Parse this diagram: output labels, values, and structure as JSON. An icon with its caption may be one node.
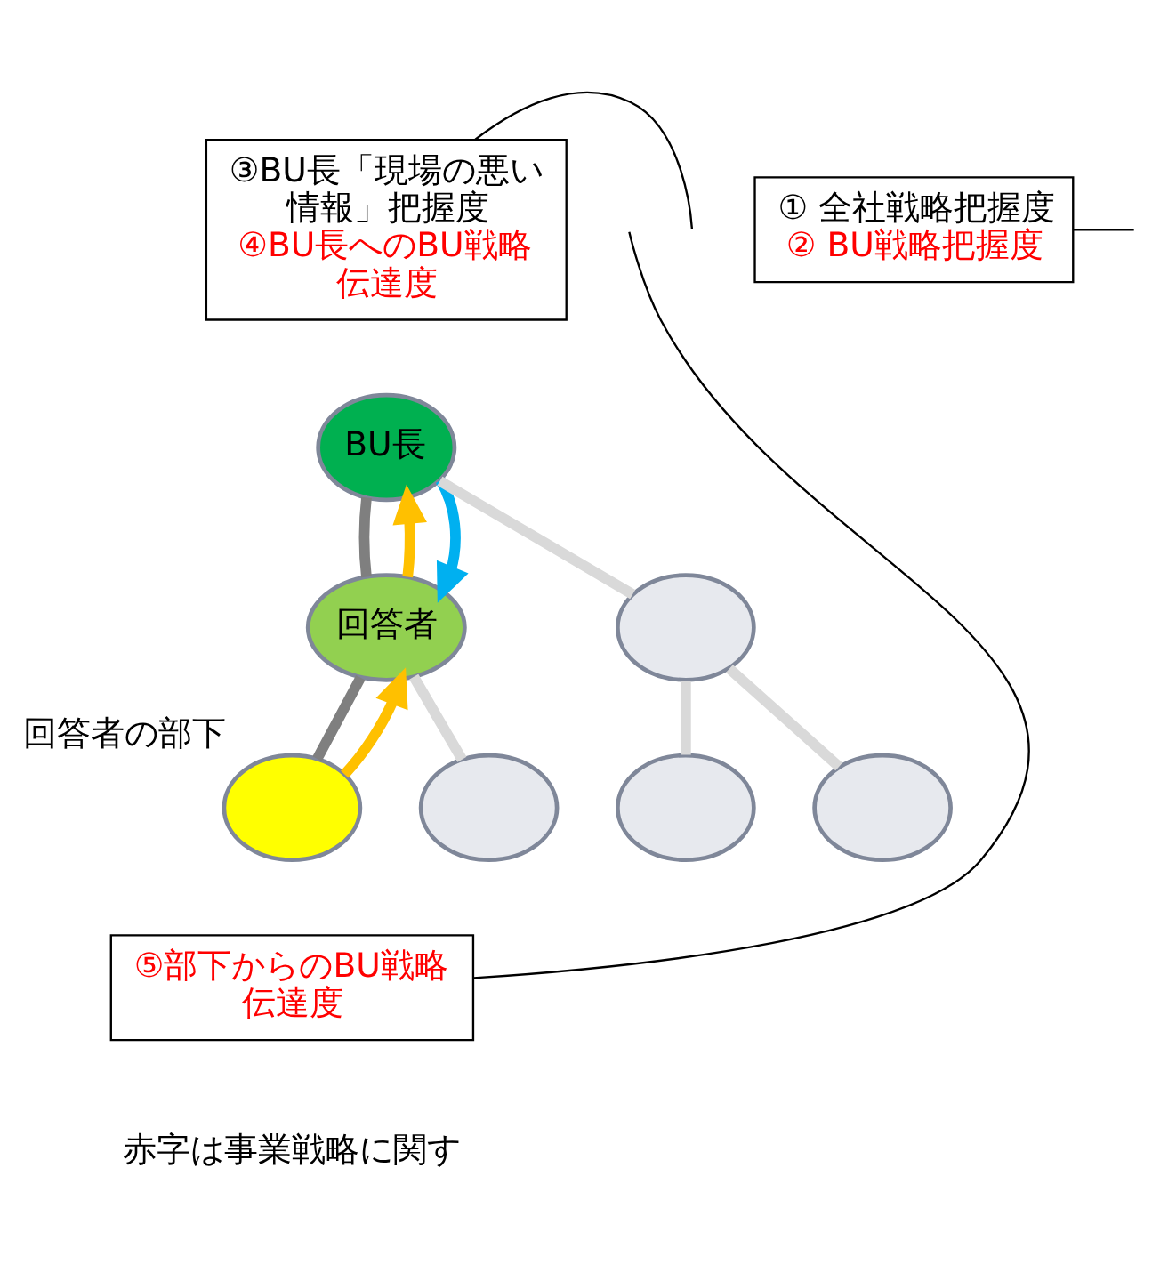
{
  "diagram": {
    "nodes": [
      {
        "text": [
          "③BU長「現場の悪い情報」把握度",
          "④BU長へのBU戦略伝達度"
        ]
      },
      {
        "text": [
          "① 全社戦略把握度",
          "② BU戦略把握度"
        ]
      },
      {
        "text": [
          "BU長"
        ]
      },
      {
        "text": [
          "回答者"
        ]
      },
      {
        "text": [],
        "shape": "circle"
      },
      {
        "text": [],
        "shape": "circle",
        "beside": [
          "回答者の部下"
        ]
      },
      {
        "text": [],
        "shape": "circle"
      },
      {
        "text": [],
        "shape": "circle"
      },
      {
        "text": [],
        "shape": "circle"
      },
      {
        "text": [
          "⑤部下からのBU戦略伝達度"
        ]
      }
    ],
    "edges": [
      {
        "from": 2,
        "to": 3,
        "arrow": "none",
        "color": "#7f7f7f"
      },
      {
        "from": 2,
        "to": 4,
        "arrow": "none",
        "color": "#d9d9d9"
      },
      {
        "from": 3,
        "to": 5,
        "arrow": "none",
        "color": "#7f7f7f"
      },
      {
        "from": 3,
        "to": 6,
        "arrow": "none",
        "color": "#d9d9d9"
      },
      {
        "from": 4,
        "to": 7,
        "arrow": "none",
        "color": "#d9d9d9"
      },
      {
        "from": 4,
        "to": 8,
        "arrow": "none",
        "color": "#d9d9d9"
      },
      {
        "from": 3,
        "to": 2,
        "arrow": "to",
        "color": "#ffc000"
      },
      {
        "from": 2,
        "to": 3,
        "arrow": "to",
        "color": "#00b0f0"
      },
      {
        "from": 5,
        "to": 3,
        "arrow": "to",
        "color": "#ffc000"
      },
      {
        "from": 0,
        "to": null,
        "arrow": "none",
        "color": "#000000"
      },
      {
        "from": 1,
        "to": null,
        "arrow": "none",
        "color": "#000000"
      },
      {
        "from": 9,
        "to": null,
        "arrow": "none",
        "color": "#000000"
      }
    ],
    "labels": [
      "赤字は事業戦略に関す"
    ]
  }
}
